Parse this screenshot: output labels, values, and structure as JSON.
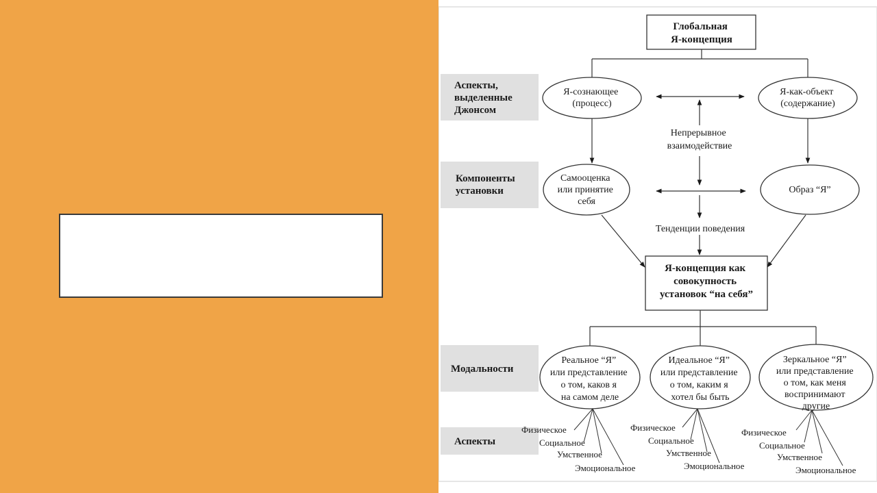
{
  "slide": {
    "left_color": "#f0a447",
    "title": ""
  },
  "diagram": {
    "top_node": [
      "Глобальная",
      "Я-концепция"
    ],
    "row_labels": {
      "james": [
        "Аспекты,",
        "выделенные",
        "Джонсом"
      ],
      "attitude": [
        "Компоненты",
        "установки"
      ],
      "modalities": [
        "Модальности"
      ],
      "aspects": [
        "Аспекты"
      ]
    },
    "nodes": {
      "self_knowing": [
        "Я-сознающее",
        "(процесс)"
      ],
      "self_object": [
        "Я-как-объект",
        "(содержание)"
      ],
      "self_esteem": [
        "Самооценка",
        "или принятие",
        "себя"
      ],
      "self_image": [
        "Образ “Я”"
      ],
      "center": [
        "Я-концепция как",
        "совокупность",
        "установок “на себя”"
      ],
      "real_self": [
        "Реальное “Я”",
        "или представление",
        "о том, каков я",
        "на самом деле"
      ],
      "ideal_self": [
        "Идеальное “Я”",
        "или представление",
        "о том, каким я",
        "хотел бы быть"
      ],
      "mirror_self": [
        "Зеркальное “Я”",
        "или представление",
        "о том, как меня",
        "воспринимают",
        "другие"
      ]
    },
    "interaction": [
      "Непрерывное",
      "взаимодействие"
    ],
    "tendencies": "Тенденции поведения",
    "aspect_items": [
      "Физическое",
      "Социальное",
      "Умственное",
      "Эмоциональное"
    ]
  }
}
